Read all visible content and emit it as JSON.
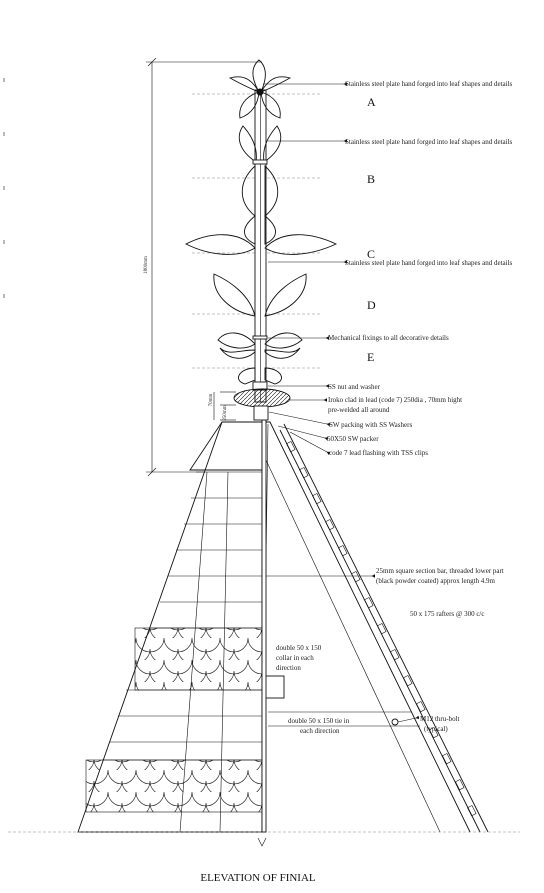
{
  "title": "ELEVATION OF FINIAL",
  "dimension_height": "1800mm",
  "dimension_small_a": "70mm",
  "dimension_small_b": "250mm",
  "sections": [
    "A",
    "B",
    "C",
    "D",
    "E"
  ],
  "annotations": {
    "leaf_a": "Stainless steel plate hand forged into leaf shapes and details",
    "leaf_b": "Stainless steel plate hand forged into leaf shapes and details",
    "leaf_c": "Stainless steel plate hand forged into leaf shapes and details",
    "fixings": "Mechanical fixings to all decorative details",
    "nut": "SS nut and washer",
    "iroko_1": "Iroko clad in lead (code 7) 250dia , 70mm hight",
    "iroko_2": "pre-welded all around",
    "sw_packing": "SW packing with SS Washers",
    "packer": "50X50 SW packer",
    "flashing": "code 7 lead flashing with TSS clips",
    "bar_1": "25mm square section bar, threaded lower part",
    "bar_2": "(black powder coated) approx length 4.9m",
    "rafters": "50 x 175 rafters @ 300 c/c",
    "collar_1": "double 50 x 150",
    "collar_2": "collar in each",
    "collar_3": "direction",
    "tie_1": "double 50 x 150 tie in",
    "tie_2": "each direction",
    "bolt_1": "M12 thru-bolt",
    "bolt_2": "(typical)"
  }
}
